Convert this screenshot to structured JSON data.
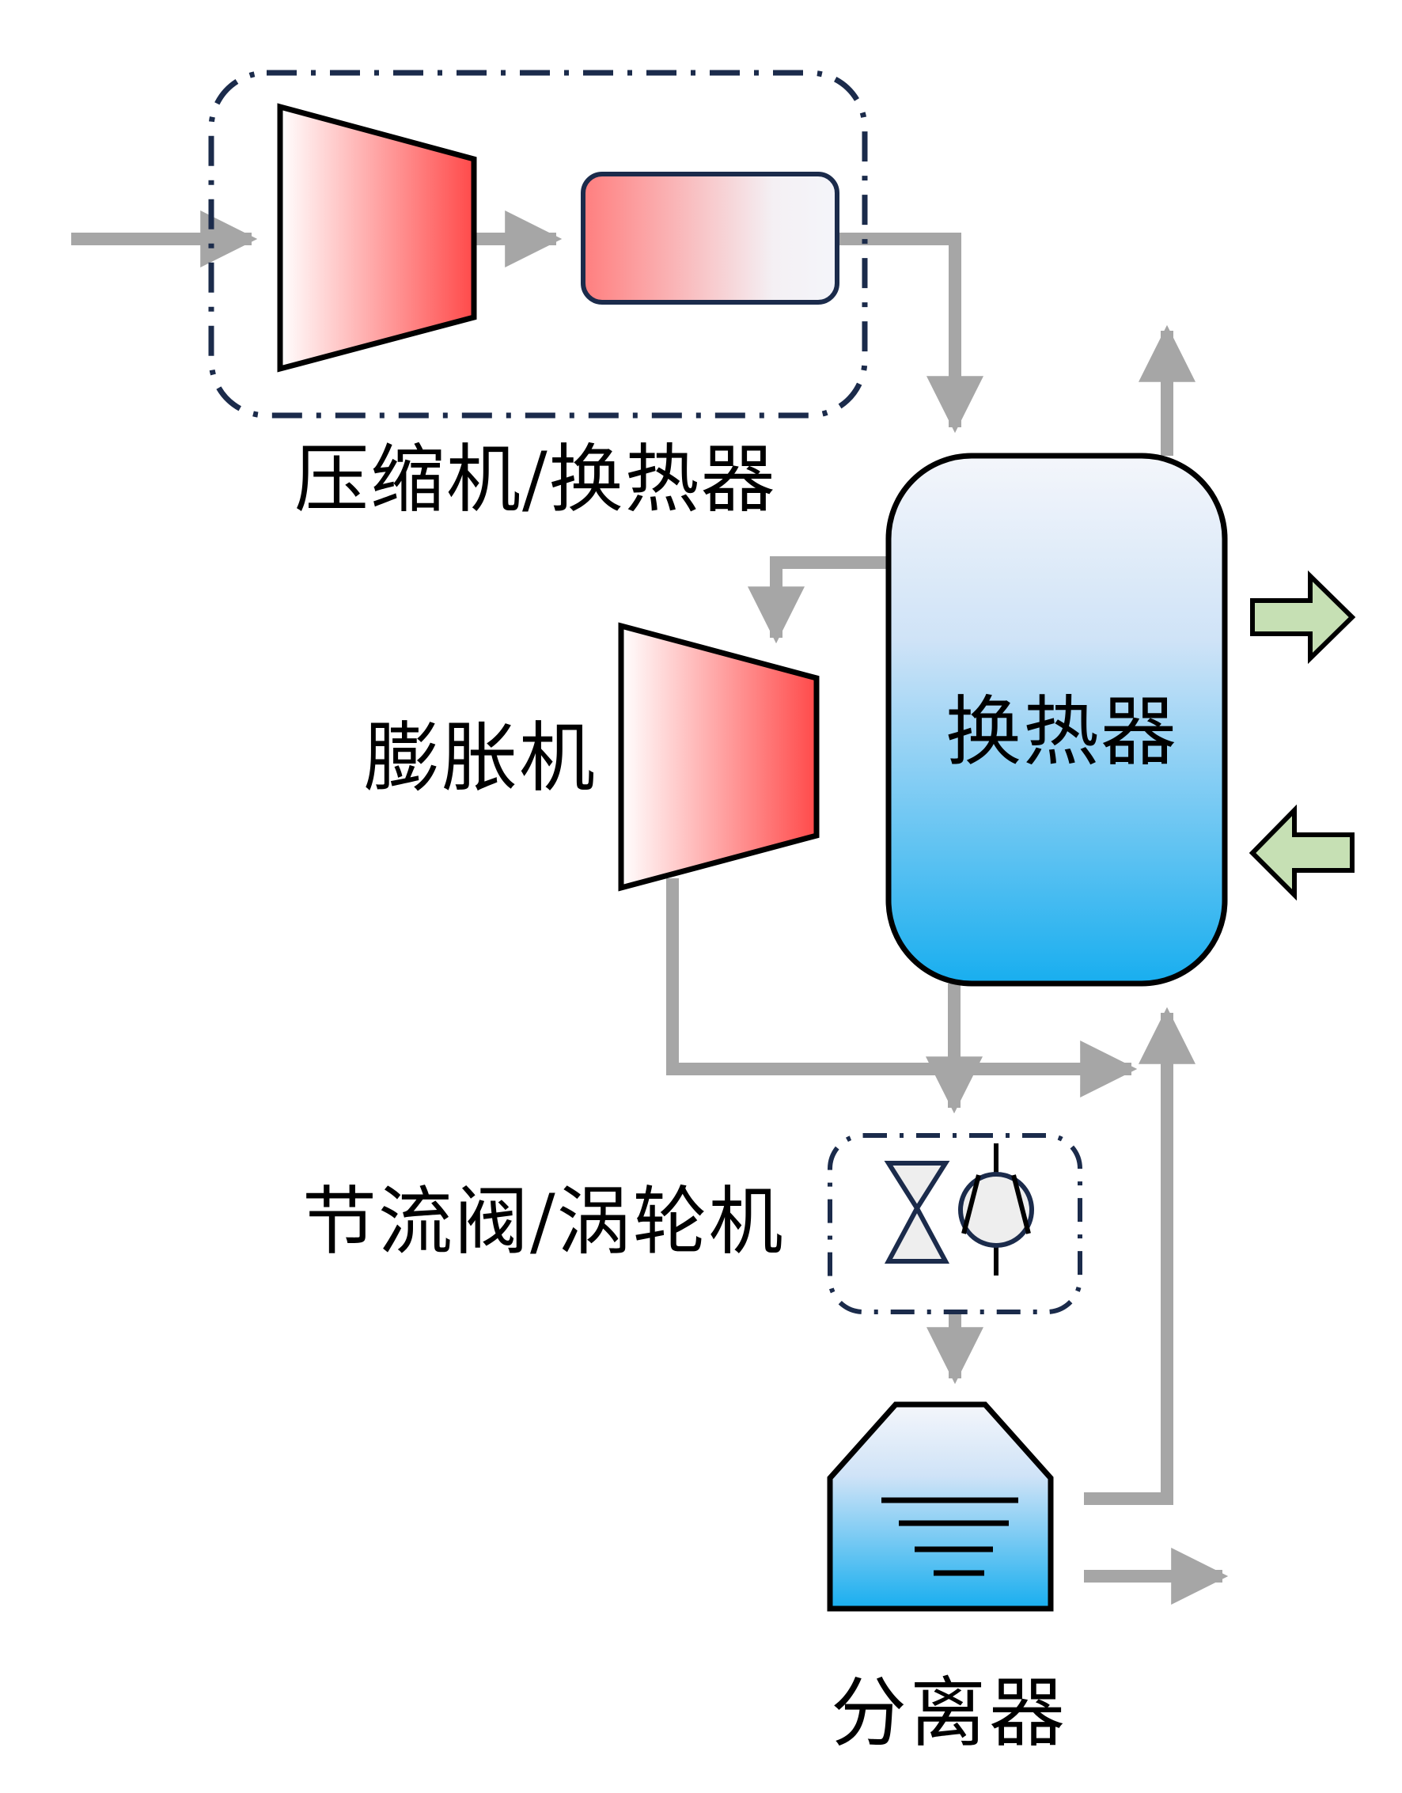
{
  "diagram": {
    "type": "process-flow",
    "colors": {
      "pipe": "#a6a6a6",
      "outline": "#000000",
      "group_border": "#1b2b4b",
      "hot_red": "#ff4a4a",
      "pale": "#f4f5fa",
      "cold_blue": "#18aeef",
      "heat_arrow_fill": "#c6e0b4",
      "valve_fill": "#eeeeee"
    },
    "labels": {
      "compressor_group": "压缩机/换热器",
      "heat_exchanger": "换热器",
      "expander": "膨胀机",
      "valve_turbine_group": "节流阀/涡轮机",
      "separator": "分离器"
    },
    "components": [
      {
        "id": "compressor",
        "name": "压缩机",
        "icon": "compressor-trapezoid-icon"
      },
      {
        "id": "aftercooler",
        "name": "换热器",
        "icon": "heater-rect-icon"
      },
      {
        "id": "main_hx",
        "name": "换热器",
        "icon": "vessel-icon"
      },
      {
        "id": "expander",
        "name": "膨胀机",
        "icon": "expander-trapezoid-icon"
      },
      {
        "id": "throttle_valve",
        "name": "节流阀",
        "icon": "valve-bowtie-icon"
      },
      {
        "id": "turbine",
        "name": "涡轮机",
        "icon": "turbine-circle-icon"
      },
      {
        "id": "separator",
        "name": "分离器",
        "icon": "separator-tank-icon"
      }
    ],
    "heat_arrows": [
      {
        "direction": "out",
        "icon": "arrow-right-icon"
      },
      {
        "direction": "in",
        "icon": "arrow-left-icon"
      }
    ]
  }
}
